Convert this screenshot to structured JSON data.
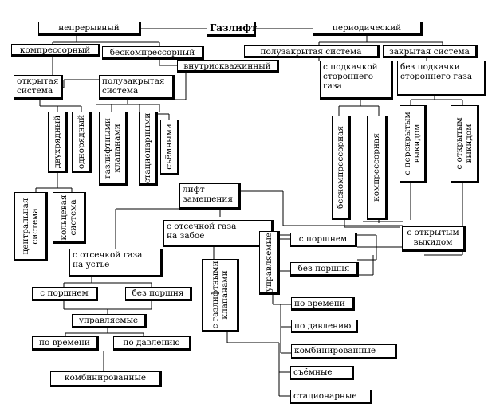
{
  "root": "Газлифт",
  "modes": {
    "continuous": "непрерывный",
    "periodic": "периодический"
  },
  "continuous": {
    "compressor": "компрессорный",
    "noncompressor": "бескомпрессорный",
    "downhole": "внутрискважинный",
    "open_system": "открытая\nсистема",
    "semi_system": "полузакрытая\nсистема",
    "two_row": "двухрядный",
    "one_row": "однорядный",
    "central": "центральная\nсистема",
    "annular": "кольцевая\nсистема",
    "gaslift_valves": "газлифтными\nклапанами",
    "stationary": "стационарными",
    "removable": "съёмными"
  },
  "periodic": {
    "semi_closed": "полузакрытая система",
    "closed": "закрытая система",
    "with_supply": "с подкачкой\nстороннего\nгаза",
    "without_supply": "без подкачки\nстороннего газа",
    "noncompressor": "бескомпрессорная",
    "compressor": "компрессорная",
    "closed_outlet": "с перекрытым\nвыкидом",
    "open_outlet": "с открытым\nвыкидом",
    "displacement": "лифт\nзамещения",
    "cutoff_bottom": "с отсечкой газа\nна забое",
    "controlled": "управляемые",
    "with_piston": "с поршнем",
    "open_outlet_b": "с открытым\nвыкидом",
    "without_piston": "без поршня",
    "gaslift_valves": "с газлифтными\nклапанами",
    "by_time": "по времени",
    "by_pressure": "по давлению",
    "combined": "комбинированные",
    "removable": "съёмные",
    "stationary": "стационарные"
  },
  "wellhead": {
    "cutoff_wellhead": "с отсечкой газа\nна устье",
    "with_piston": "с поршнем",
    "without_piston": "без поршня",
    "controlled": "управляемые",
    "by_time": "по времени",
    "by_pressure": "по давлению",
    "combined": "комбинированные"
  }
}
